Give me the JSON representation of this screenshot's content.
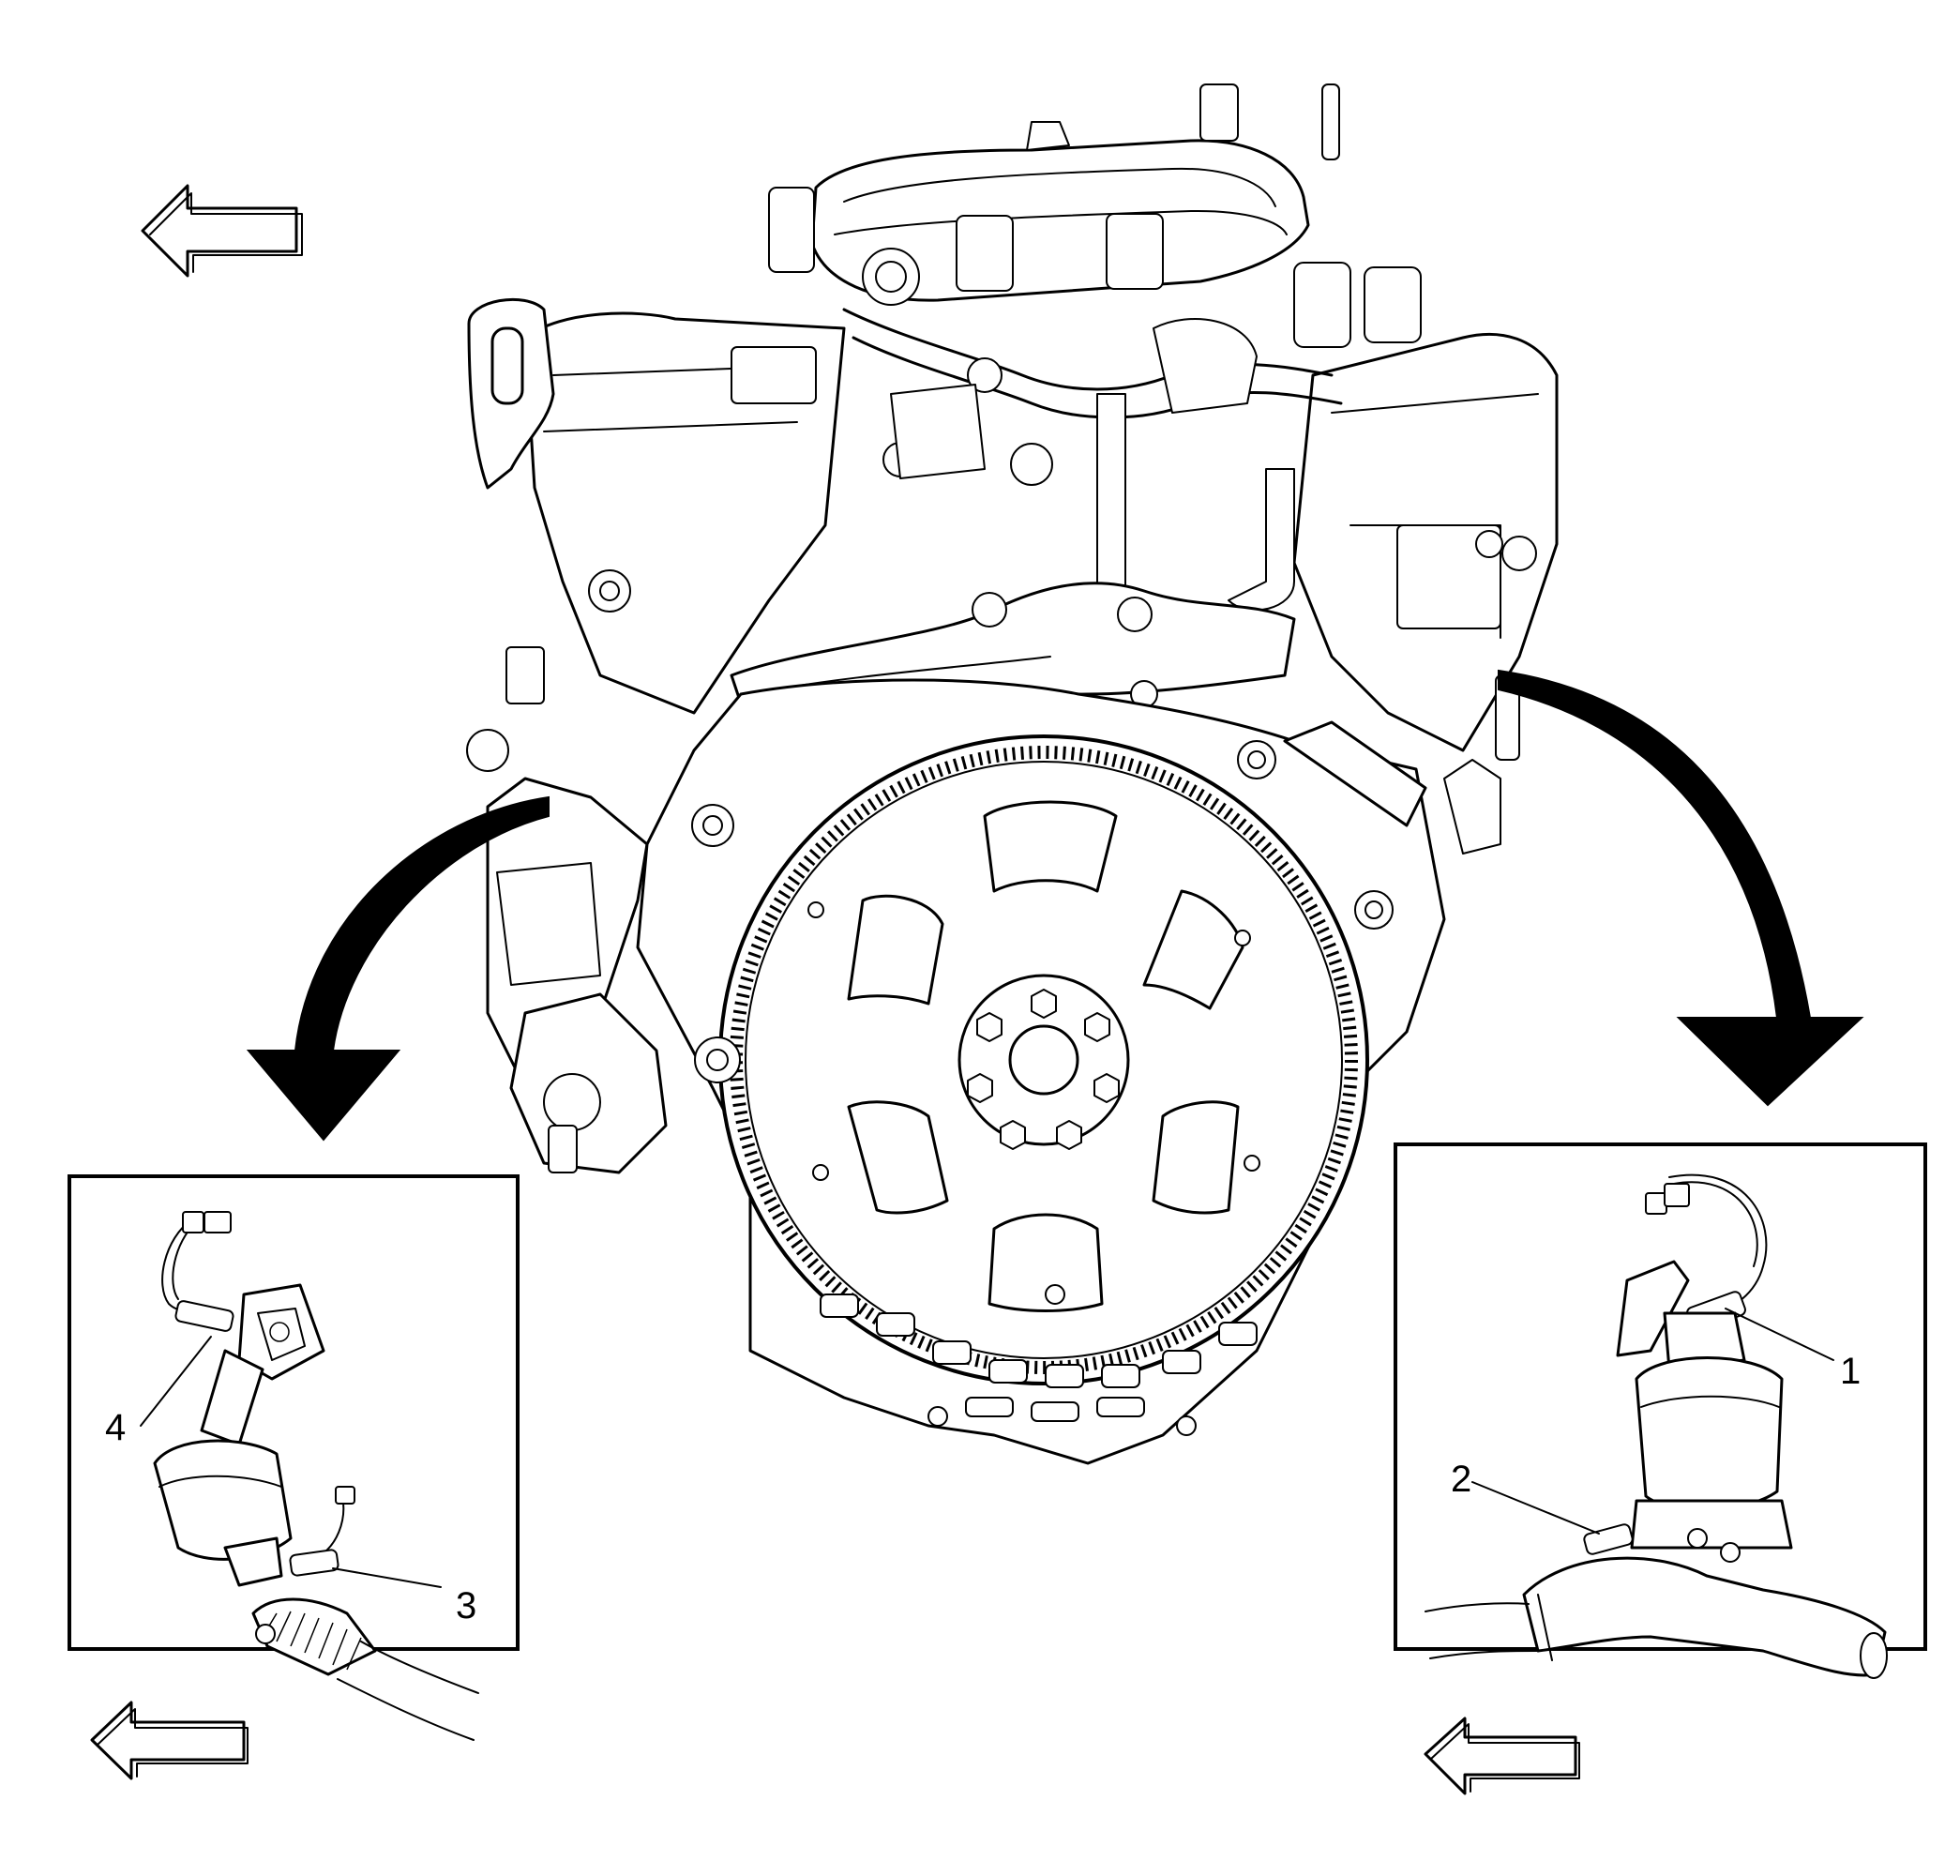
{
  "figure": {
    "callouts": [
      {
        "id": "callout-1",
        "label": "1"
      },
      {
        "id": "callout-2",
        "label": "2"
      },
      {
        "id": "callout-3",
        "label": "3"
      },
      {
        "id": "callout-4",
        "label": "4"
      }
    ],
    "icons": [
      "direction-arrow-icon",
      "curved-arrow-icon",
      "engine-illustration",
      "flywheel",
      "catalytic-converter",
      "oxygen-sensor"
    ],
    "colors": {
      "line": "#000000",
      "fill": "#ffffff"
    }
  }
}
